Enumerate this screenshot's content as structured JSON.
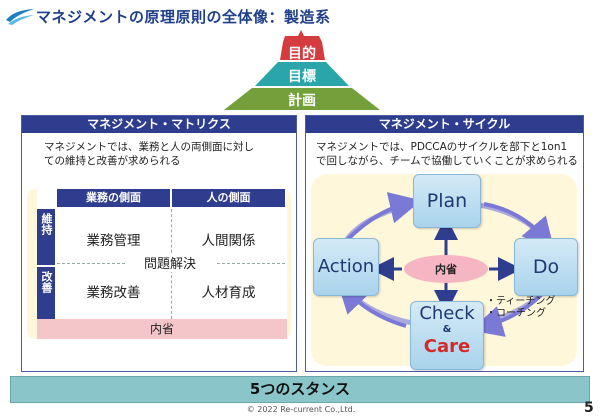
{
  "title": "マネジメントの原理原則の全体像：製造系",
  "pyramid": {
    "top": "目的",
    "middle": "目標",
    "bottom": "計画"
  },
  "matrix_panel": {
    "heading": "マネジメント・マトリクス",
    "description_line1": "マネジメントでは、業務と人の両側面に対し",
    "description_line2": "ての維持と改善が求められる",
    "col_headers": [
      "業務の側面",
      "人の側面"
    ],
    "row_headers": [
      "維持",
      "改善"
    ],
    "cells": {
      "r1c1": "業務管理",
      "r1c2": "人間関係",
      "r2c1": "業務改善",
      "r2c2": "人材育成"
    },
    "center_label": "問題解決",
    "bottom_label": "内省"
  },
  "cycle_panel": {
    "heading": "マネジメント・サイクル",
    "description_line1": "マネジメントでは、PDCCAのサイクルを部下と1on1",
    "description_line2": "で回しながら、チームで協働していくことが求められる",
    "plan": "Plan",
    "do": "Do",
    "check": "Check",
    "and": "&",
    "care": "Care",
    "action": "Action",
    "center": "内省",
    "notes": [
      "・ティーチング",
      "・コーチング"
    ]
  },
  "bottom_bar": "5つのスタンス",
  "footer": "© 2022 Re-current Co.,Ltd.",
  "page_number": "5",
  "colors": {
    "navy": "#2f3d8f",
    "red": "#d83c3c",
    "teal": "#2aa2a8",
    "green": "#76a13a"
  }
}
